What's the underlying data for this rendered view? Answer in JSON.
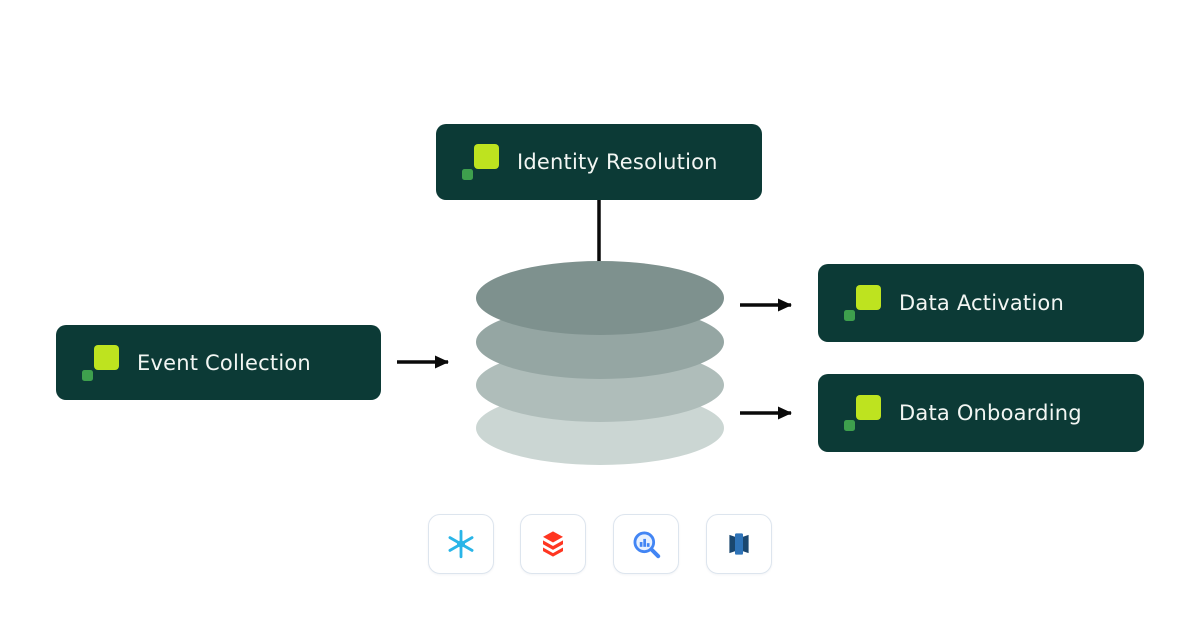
{
  "diagram": {
    "nodes": {
      "identity_resolution": {
        "label": "Identity Resolution"
      },
      "event_collection": {
        "label": "Event Collection"
      },
      "data_activation": {
        "label": "Data Activation"
      },
      "data_onboarding": {
        "label": "Data Onboarding"
      }
    },
    "stack": {
      "layer_colors": [
        "#7E918E",
        "#95A6A3",
        "#AFBDBA",
        "#CBD6D3"
      ]
    },
    "connectors": [
      {
        "from": "identity_resolution",
        "to": "stack",
        "direction": "down"
      },
      {
        "from": "event_collection",
        "to": "stack",
        "direction": "right"
      },
      {
        "from": "stack",
        "to": "data_activation",
        "direction": "right"
      },
      {
        "from": "stack",
        "to": "data_onboarding",
        "direction": "right"
      }
    ],
    "warehouses": [
      {
        "id": "snowflake",
        "icon": "snowflake-icon"
      },
      {
        "id": "databricks",
        "icon": "databricks-icon"
      },
      {
        "id": "bigquery",
        "icon": "bigquery-icon"
      },
      {
        "id": "redshift",
        "icon": "redshift-icon"
      }
    ],
    "colors": {
      "pill_bg": "#0C3A36",
      "pill_text": "#F2F6F3",
      "logo_lime": "#BEE31F",
      "logo_green": "#3E9F4D",
      "arrow": "#0A0A0A",
      "card_border": "#DDE5EE",
      "snowflake_blue": "#29B5E8",
      "databricks_red": "#FF3621",
      "bigquery_blue": "#4285F4",
      "redshift_blue": "#2E73B8",
      "redshift_dark": "#1A476F"
    }
  }
}
